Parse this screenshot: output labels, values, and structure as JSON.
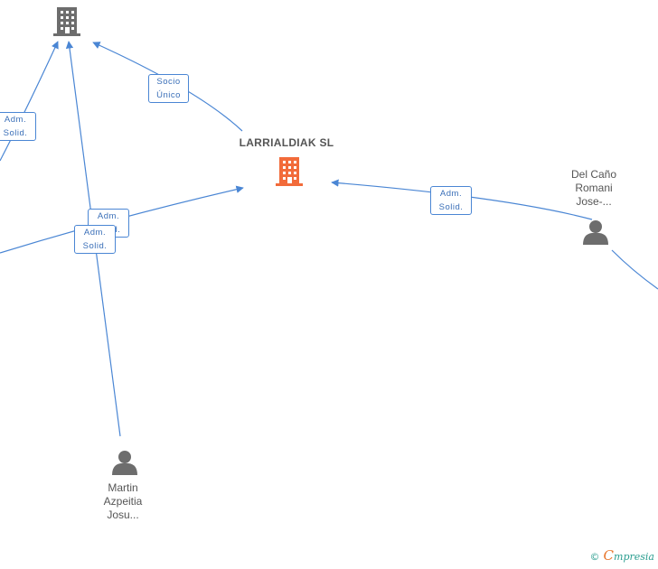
{
  "nodes": {
    "main_company": {
      "name": "LARRIALDIAK SL",
      "color": "#f26b3a"
    },
    "top_company": {
      "color": "#6d6d6d"
    },
    "person_right": {
      "lines": [
        "Del Caño",
        "Romani",
        "Jose-..."
      ]
    },
    "person_bottom": {
      "lines": [
        "Martin",
        "Azpeitia",
        "Josu..."
      ]
    }
  },
  "edge_labels": {
    "socio_unico": [
      "Socio",
      "Único"
    ],
    "adm_left_top": [
      "Adm.",
      "Solid."
    ],
    "adm_middle_back": [
      "Adm.",
      "Solid."
    ],
    "adm_middle_front": [
      "Adm.",
      "Solid."
    ],
    "adm_right": [
      "Adm.",
      "Solid."
    ]
  },
  "footer": {
    "copyright": "©",
    "brand_initial": "C",
    "brand_rest": "mpresia"
  },
  "colors": {
    "edge": "#4a86d4",
    "person": "#6d6d6d"
  }
}
